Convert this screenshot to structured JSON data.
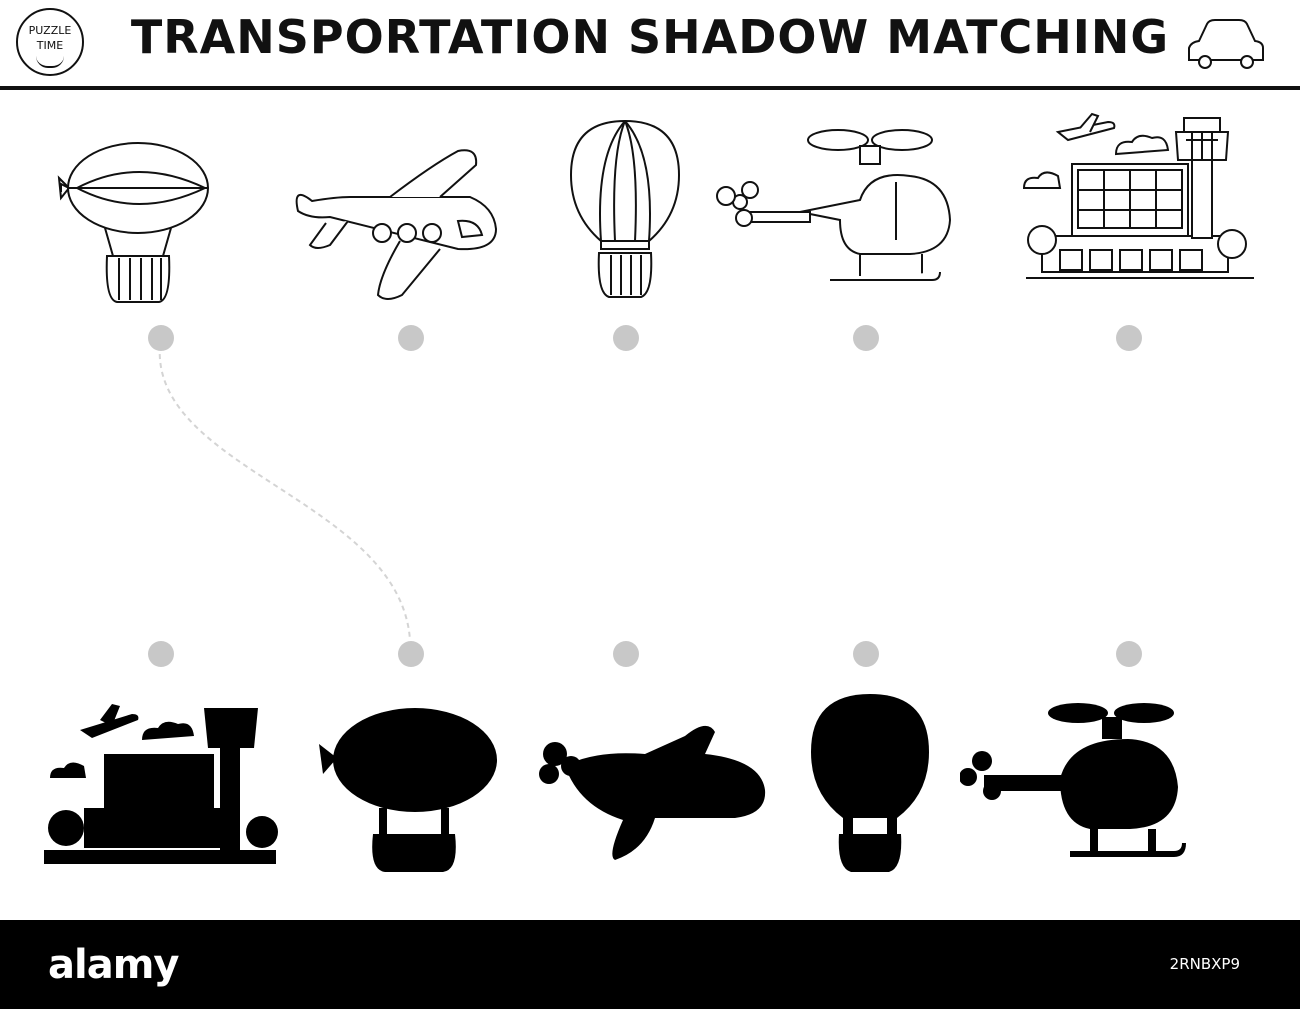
{
  "header": {
    "title": "TRANSPORTATION SHADOW MATCHING",
    "badge_line1": "PUZZLE",
    "badge_line2": "TIME",
    "corner_icon": "car-outline-icon"
  },
  "top_row": [
    {
      "name": "airship-outline-icon"
    },
    {
      "name": "airplane-outline-icon"
    },
    {
      "name": "hot-air-balloon-outline-icon"
    },
    {
      "name": "helicopter-outline-icon"
    },
    {
      "name": "airport-outline-icon"
    }
  ],
  "bottom_row": [
    {
      "name": "airport-silhouette-icon"
    },
    {
      "name": "airship-silhouette-icon"
    },
    {
      "name": "airplane-silhouette-icon"
    },
    {
      "name": "hot-air-balloon-silhouette-icon"
    },
    {
      "name": "helicopter-silhouette-icon"
    }
  ],
  "connection": {
    "from": "airship-outline-icon",
    "to": "airship-silhouette-icon",
    "style": "dashed"
  },
  "colors": {
    "ink": "#111111",
    "dot": "#c8c8c8",
    "path": "#d4d4d4",
    "footer": "#000000"
  },
  "footer": {
    "brand": "alamy",
    "image_id": "2RNBXP9"
  }
}
